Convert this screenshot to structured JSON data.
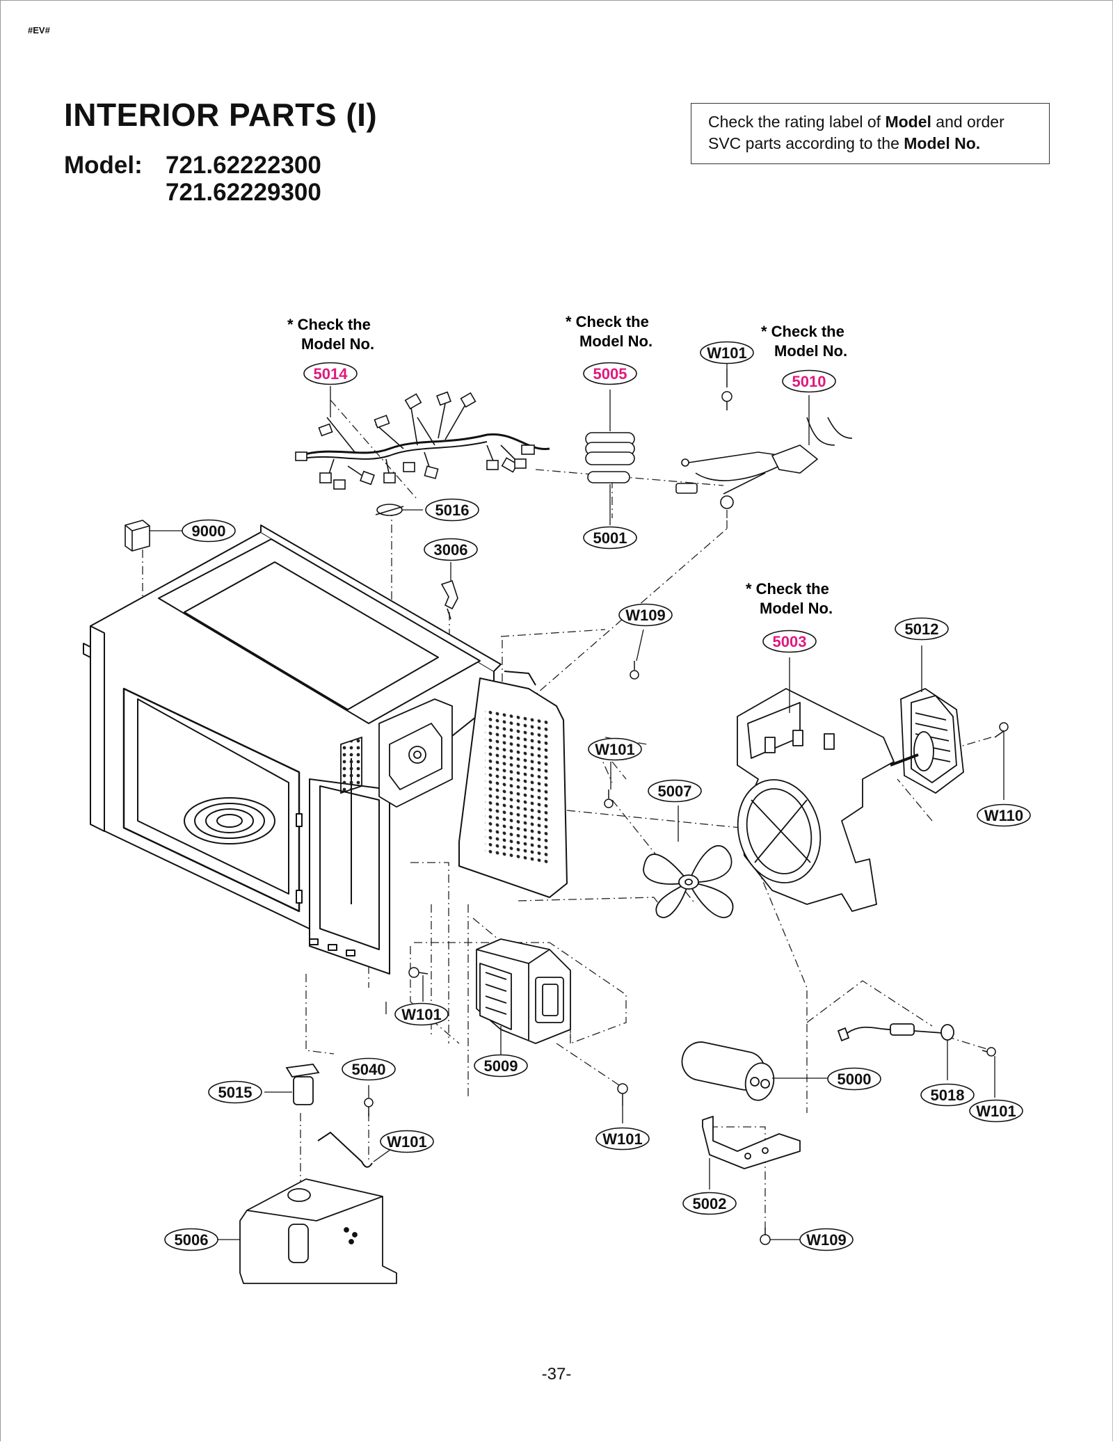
{
  "header": {
    "tag": "#EV#",
    "title": "INTERIOR PARTS (I)",
    "model_label": "Model:",
    "models": [
      "721.62222300",
      "721.62229300"
    ]
  },
  "note": {
    "line1_a": "Check the rating label of ",
    "line1_b": "Model",
    "line1_c": " and order",
    "line2_a": "SVC parts according to the ",
    "line2_b": "Model No."
  },
  "check_notes": [
    {
      "line1": "* Check the",
      "line2": "Model No."
    },
    {
      "line1": "* Check the",
      "line2": "Model No."
    },
    {
      "line1": "* Check the",
      "line2": "Model No."
    },
    {
      "line1": "* Check the",
      "line2": "Model No."
    }
  ],
  "callouts": [
    {
      "id": "5014",
      "highlight": true
    },
    {
      "id": "5005",
      "highlight": true
    },
    {
      "id": "5010",
      "highlight": true
    },
    {
      "id": "5003",
      "highlight": true
    },
    {
      "id": "W101",
      "highlight": false
    },
    {
      "id": "5016",
      "highlight": false
    },
    {
      "id": "9000",
      "highlight": false
    },
    {
      "id": "3006",
      "highlight": false
    },
    {
      "id": "5001",
      "highlight": false
    },
    {
      "id": "W109",
      "highlight": false
    },
    {
      "id": "5012",
      "highlight": false
    },
    {
      "id": "W101",
      "highlight": false
    },
    {
      "id": "5007",
      "highlight": false
    },
    {
      "id": "W110",
      "highlight": false
    },
    {
      "id": "W101",
      "highlight": false
    },
    {
      "id": "5009",
      "highlight": false
    },
    {
      "id": "W101",
      "highlight": false
    },
    {
      "id": "5015",
      "highlight": false
    },
    {
      "id": "5040",
      "highlight": false
    },
    {
      "id": "W101",
      "highlight": false
    },
    {
      "id": "5000",
      "highlight": false
    },
    {
      "id": "5018",
      "highlight": false
    },
    {
      "id": "W101",
      "highlight": false
    },
    {
      "id": "5002",
      "highlight": false
    },
    {
      "id": "5006",
      "highlight": false
    },
    {
      "id": "W109",
      "highlight": false
    }
  ],
  "colors": {
    "highlight": "#e0197d",
    "line": "#111111"
  },
  "page_number": "-37-"
}
